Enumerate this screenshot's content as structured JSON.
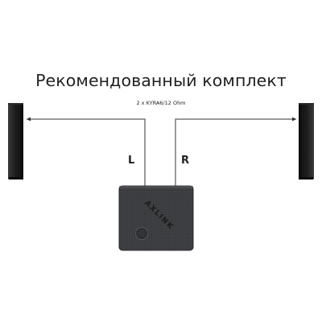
{
  "diagram": {
    "title": "Рекомендованный комплект",
    "subtitle": "2 x KYRA6/12 Ohm",
    "channels": {
      "left": "L",
      "right": "R"
    },
    "amplifier_logo": "AXLINK"
  },
  "colors": {
    "background": "#ffffff",
    "text": "#222222",
    "wire": "#333333",
    "speaker": "#1b1b1b",
    "amplifier": "#3a3b3e"
  },
  "icons": [
    "left-speaker-icon",
    "right-speaker-icon",
    "amplifier-icon",
    "volume-knob-icon"
  ]
}
